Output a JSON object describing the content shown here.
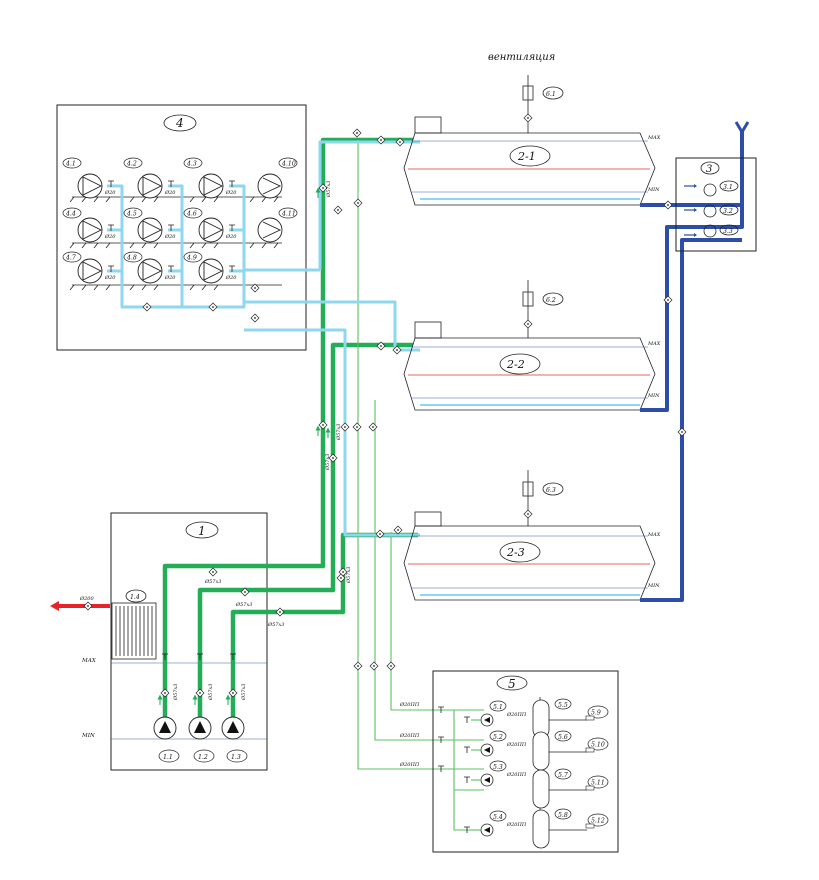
{
  "colors": {
    "supply": "#22ad56",
    "return_pipe": "#8dd7ef",
    "drain": "#2c4ea7",
    "inlet": "#e52328",
    "dosing": "#5cbf60"
  },
  "ventilation_label": "вентиляция",
  "ventilation_tags": [
    "6.1",
    "6.2",
    "6.3"
  ],
  "tanks": [
    {
      "label": "2-1",
      "max": "MAX",
      "min": "MIN"
    },
    {
      "label": "2-2",
      "max": "MAX",
      "min": "MIN"
    },
    {
      "label": "2-3",
      "max": "MAX",
      "min": "MIN"
    }
  ],
  "block_1": {
    "title": "1",
    "inlet_size": "Ø200",
    "filter_tag": "1.4",
    "max": "MAX",
    "min": "MIN",
    "pumps": [
      "1.1",
      "1.2",
      "1.3"
    ],
    "pipe_size": "Ø57x3"
  },
  "block_3": {
    "title": "3",
    "items": [
      "3.1",
      "3.2",
      "3.3"
    ]
  },
  "block_4": {
    "title": "4",
    "pumps": [
      "4.1",
      "4.2",
      "4.3",
      "4.10",
      "4.4",
      "4.5",
      "4.6",
      "4.11",
      "4.7",
      "4.8",
      "4.9"
    ],
    "pipe_size": "Ø20"
  },
  "block_5": {
    "title": "5",
    "pumps": [
      "5.1",
      "5.2",
      "5.3",
      "5.4"
    ],
    "tanks": [
      "5.5",
      "5.6",
      "5.7",
      "5.8"
    ],
    "meters": [
      "5.9",
      "5.10",
      "5.11",
      "5.12"
    ],
    "pipe_size": "Ø20ПП"
  },
  "riser_size": "Ø57x3"
}
